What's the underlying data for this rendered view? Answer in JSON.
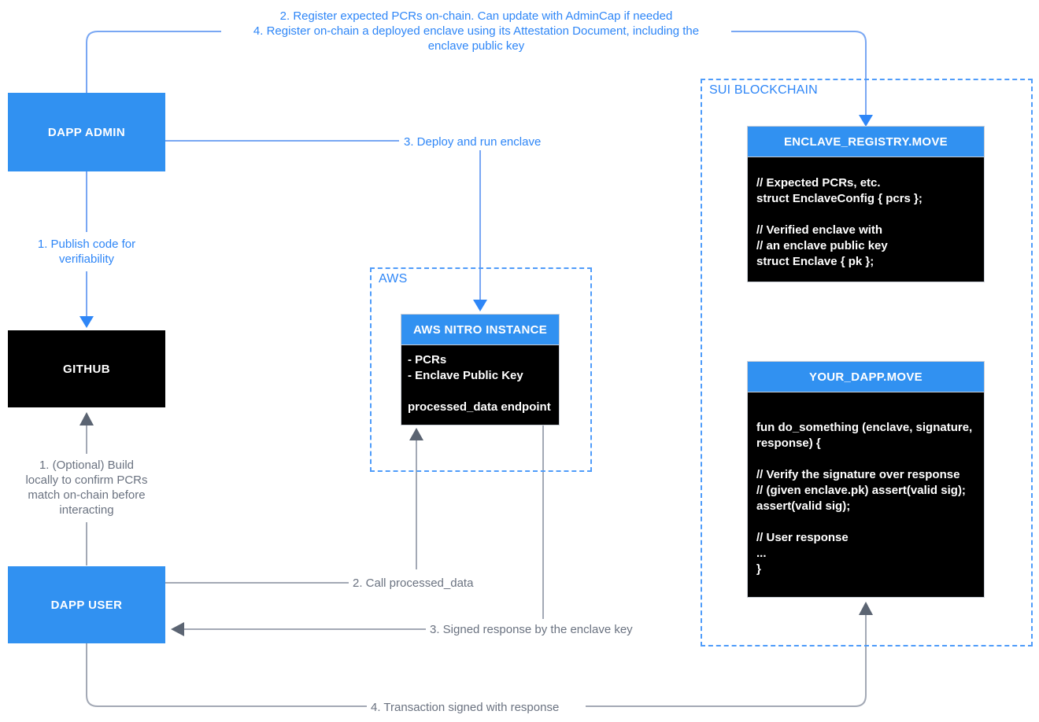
{
  "diagram": {
    "actors": {
      "dapp_admin": {
        "label": "DAPP ADMIN"
      },
      "github": {
        "label": "GITHUB"
      },
      "dapp_user": {
        "label": "DAPP USER"
      }
    },
    "aws_zone": {
      "label": "AWS",
      "nitro_instance": {
        "title": "AWS NITRO INSTANCE",
        "body": "- PCRs\n- Enclave Public Key\n\nprocessed_data endpoint"
      }
    },
    "sui_zone": {
      "label": "SUI BLOCKCHAIN",
      "enclave_registry": {
        "title": "ENCLAVE_REGISTRY.MOVE",
        "code": "// Expected PCRs, etc.\nstruct EnclaveConfig { pcrs };\n\n// Verified enclave with\n// an enclave public key\nstruct Enclave { pk };"
      },
      "your_dapp": {
        "title": "YOUR_DAPP.MOVE",
        "code": "fun do_something (enclave, signature,\nresponse) {\n\n// Verify the signature over response\n// (given enclave.pk) assert(valid sig);\nassert(valid sig);\n\n// User response\n...\n}"
      }
    },
    "admin_flow": {
      "step_register": "2. Register expected PCRs on-chain. Can update with AdminCap if needed\n4. Register on-chain a deployed enclave using its Attestation Document, including the\nenclave public key",
      "step_publish": "1. Publish code for\nverifiability",
      "step_deploy": "3. Deploy and run enclave"
    },
    "user_flow": {
      "step_build": "1. (Optional) Build\nlocally to confirm PCRs\nmatch on-chain before\ninteracting",
      "step_call": "2. Call processed_data",
      "step_signed": "3. Signed response by the enclave key",
      "step_transaction": "4. Transaction signed with response"
    },
    "colors": {
      "accent_blue": "#3191F1",
      "text_blue": "#2E86F7",
      "line_blue": "#79A7F3",
      "arrow_blue": "#2E86F7",
      "dashed_blue": "#4F9CFA",
      "line_gray": "#A3A9B5",
      "arrow_gray": "#5B6472",
      "text_gray": "#6A7280",
      "box_black": "#000000"
    }
  }
}
